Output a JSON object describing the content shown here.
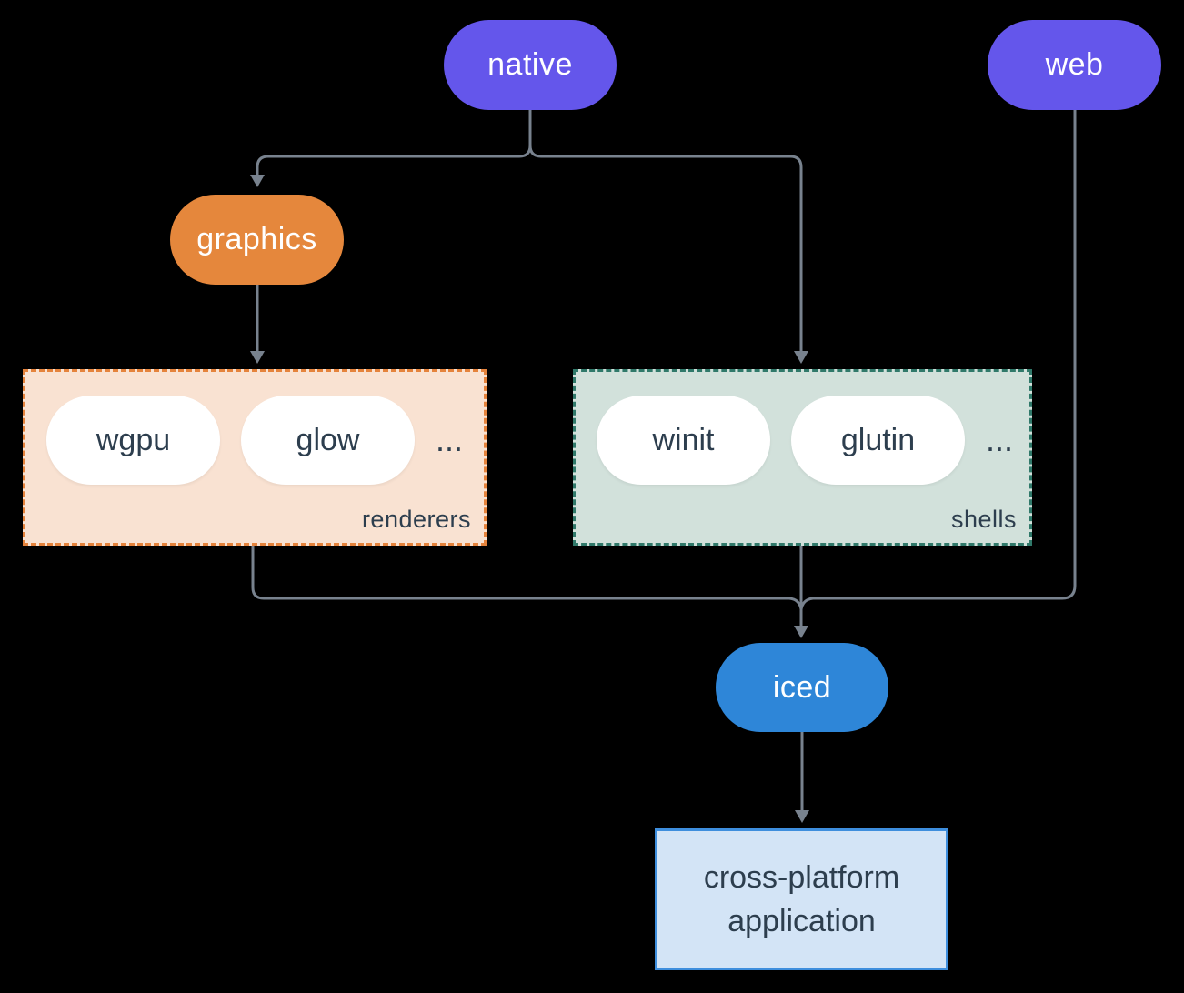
{
  "diagram": {
    "background": "#000000",
    "line_color": "#78828e",
    "nodes": {
      "native": {
        "label": "native",
        "fill": "#6456eb",
        "text_color": "#ffffff"
      },
      "web": {
        "label": "web",
        "fill": "#6456eb",
        "text_color": "#ffffff"
      },
      "graphics": {
        "label": "graphics",
        "fill": "#e5873c",
        "text_color": "#ffffff"
      },
      "iced": {
        "label": "iced",
        "fill": "#2e86d8",
        "text_color": "#ffffff"
      },
      "app": {
        "label": "cross-platform application",
        "fill": "#d3e4f6",
        "border": "#3e8edd",
        "text_color": "#2d3e4e"
      }
    },
    "groups": {
      "renderers": {
        "label": "renderers",
        "fill": "#f9e2d2",
        "border": "#e5833c",
        "items": [
          {
            "label": "wgpu"
          },
          {
            "label": "glow"
          }
        ],
        "more": "..."
      },
      "shells": {
        "label": "shells",
        "fill": "#d2e1db",
        "border": "#30796a",
        "items": [
          {
            "label": "winit"
          },
          {
            "label": "glutin"
          }
        ],
        "more": "..."
      }
    },
    "edges": [
      {
        "from": "native",
        "to": "graphics"
      },
      {
        "from": "native",
        "to": "shells"
      },
      {
        "from": "graphics",
        "to": "renderers"
      },
      {
        "from": "renderers",
        "to": "iced"
      },
      {
        "from": "shells",
        "to": "iced"
      },
      {
        "from": "web",
        "to": "iced"
      },
      {
        "from": "iced",
        "to": "app"
      }
    ]
  }
}
